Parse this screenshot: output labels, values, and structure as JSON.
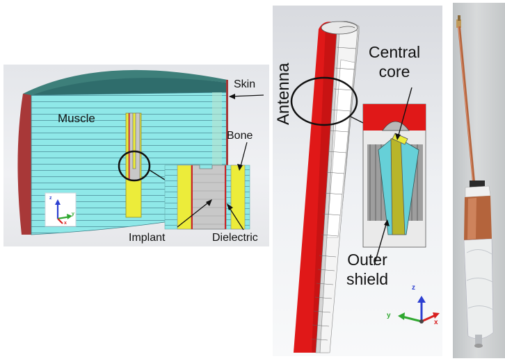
{
  "labels": {
    "skin": "Skin",
    "muscle": "Muscle",
    "bone": "Bone",
    "implant": "Implant",
    "dielectric": "Dielectric",
    "antenna": "Antenna",
    "central_core": "Central core",
    "outer_shield": "Outer shield"
  },
  "axes": {
    "z": "z",
    "y": "y",
    "x": "x"
  },
  "colors": {
    "muscle": "#8fe8e8",
    "skin": "#a83838",
    "bone": "#ecec3a",
    "implant": "#c8c8c8",
    "shield_red": "#e01818",
    "dielectric_cyan": "#66d0d8",
    "copper": "#b4643c"
  }
}
